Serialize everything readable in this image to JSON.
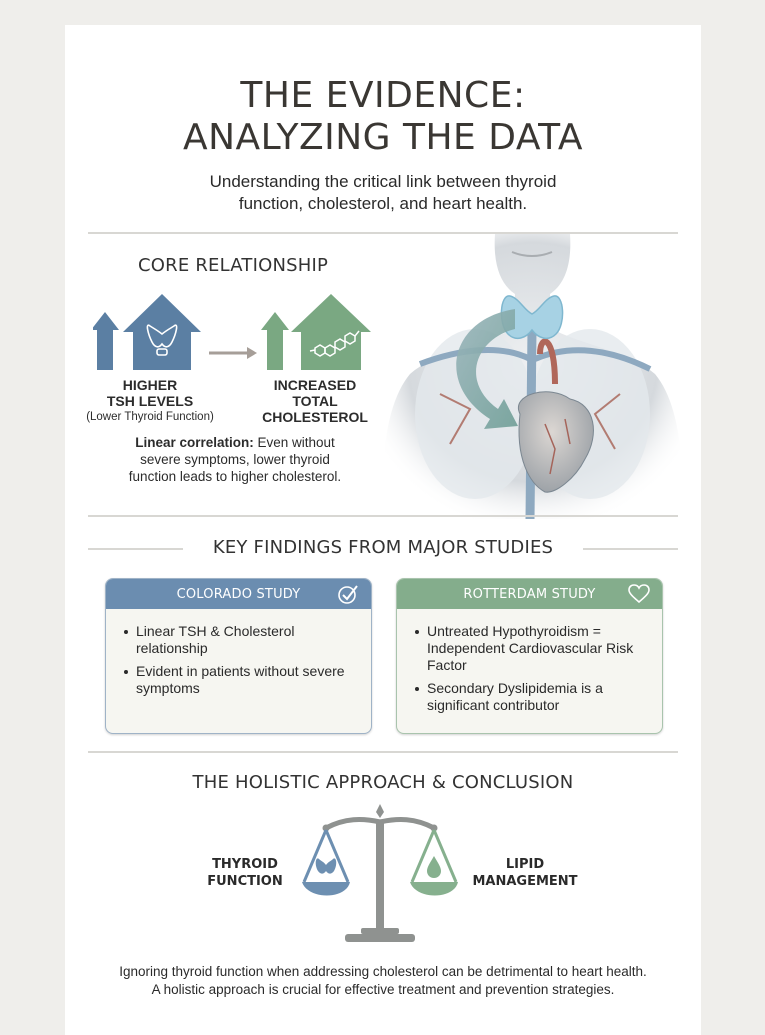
{
  "header": {
    "title_line1": "THE EVIDENCE:",
    "title_line2": "ANALYZING THE DATA",
    "subtitle_line1": "Understanding the critical link between thyroid",
    "subtitle_line2": "function, cholesterol, and heart health."
  },
  "core": {
    "heading": "CORE RELATIONSHIP",
    "left": {
      "line1": "HIGHER",
      "line2": "TSH LEVELS",
      "sub": "(Lower Thyroid Function)",
      "icon": "thyroid-icon",
      "color": "#5b7fa3"
    },
    "right": {
      "line1": "INCREASED",
      "line2": "TOTAL",
      "line3": "CHOLESTEROL",
      "icon": "cholesterol-molecule-icon",
      "color": "#7aa882"
    },
    "arrow_icon": "arrow-right-icon",
    "desc_bold": "Linear correlation:",
    "desc_line1": " Even without",
    "desc_line2": "severe symptoms, lower thyroid",
    "desc_line3": "function leads to higher cholesterol.",
    "illustration": "thyroid-heart-anatomy-illustration"
  },
  "findings": {
    "heading": "KEY FINDINGS FROM MAJOR STUDIES",
    "studies": [
      {
        "title": "COLORADO STUDY",
        "icon": "check-circle-icon",
        "color": "#6b8db0",
        "bullets": [
          "Linear TSH & Cholesterol relationship",
          "Evident in patients without severe symptoms"
        ]
      },
      {
        "title": "ROTTERDAM STUDY",
        "icon": "heart-outline-icon",
        "color": "#84ad8c",
        "bullets": [
          "Untreated Hypothyroidism = Independent Cardiovascular Risk Factor",
          "Secondary Dyslipidemia is a significant contributor"
        ]
      }
    ]
  },
  "conclusion": {
    "heading": "THE HOLISTIC APPROACH & CONCLUSION",
    "left_label_line1": "THYROID",
    "left_label_line2": "FUNCTION",
    "right_label_line1": "LIPID",
    "right_label_line2": "MANAGEMENT",
    "icon": "balance-scale-icon",
    "footer_line1": "Ignoring thyroid function when addressing cholesterol can be detrimental to heart health.",
    "footer_line2": "A holistic approach is crucial for effective treatment and prevention strategies."
  },
  "colors": {
    "blue": "#5b7fa3",
    "green": "#7aa882",
    "gray": "#8f9290",
    "background": "#efeeeb"
  }
}
